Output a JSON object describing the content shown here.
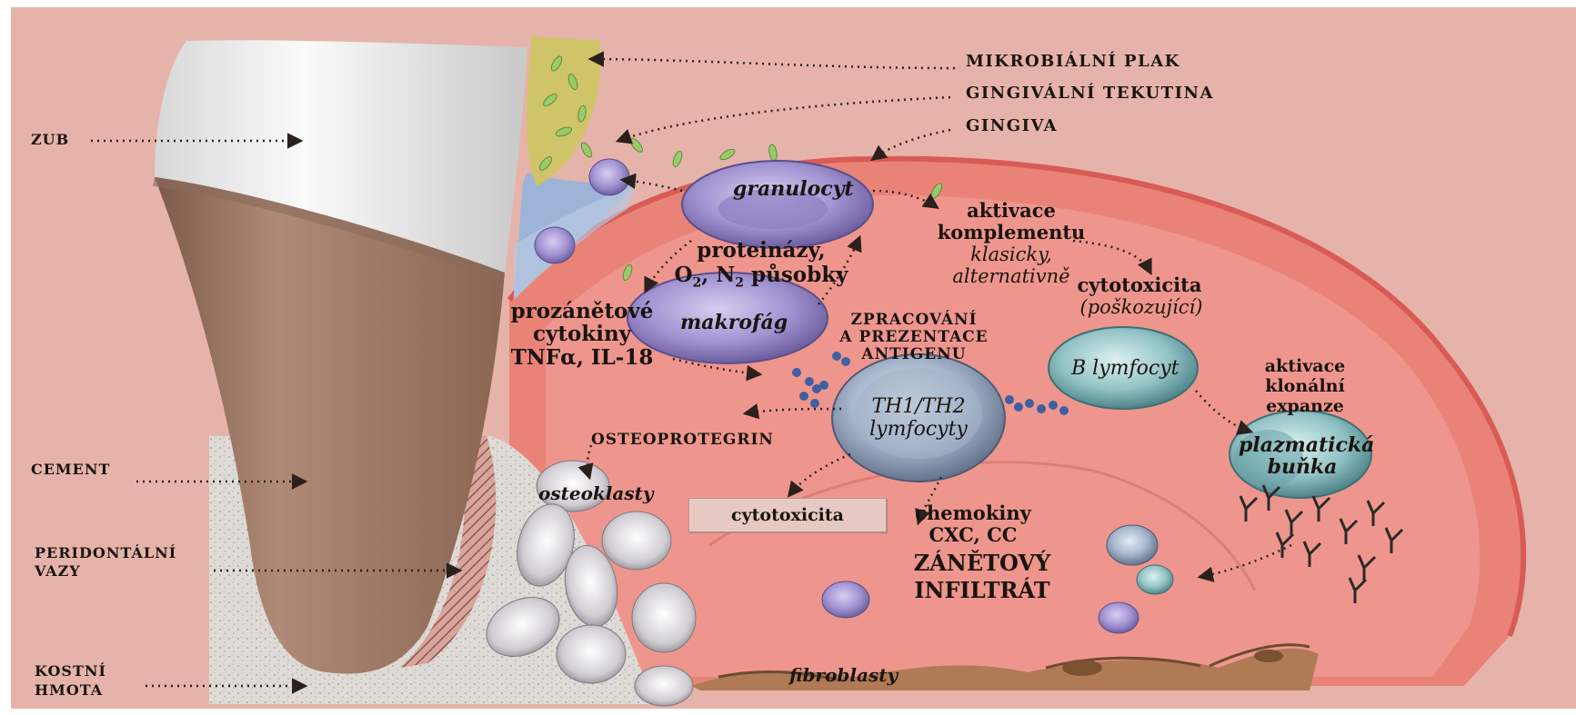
{
  "labels": {
    "mikrobialni_plak": "MIKROBIÁLNÍ PLAK",
    "gingivalni_tekutina": "GINGIVÁLNÍ TEKUTINA",
    "gingiva": "GINGIVA",
    "zub": "ZUB",
    "cement": "CEMENT",
    "peridontalni": "PERIDONTÁLNÍ",
    "vazy": "VAZY",
    "kostni": "KOSTNÍ",
    "hmota": "HMOTA",
    "granulocyt": "granulocyt",
    "proteinazy": "proteinázy,",
    "o2_n2_a": "O",
    "o2_n2_sub1": "2",
    "o2_n2_b": ", N",
    "o2_n2_sub2": "2",
    "o2_n2_c": " působky",
    "aktivace_komplementu_1": "aktivace",
    "aktivace_komplementu_2": "komplementu",
    "klasicky": "klasicky,",
    "alternativne": "alternativně",
    "cytotoxicita_poskozujici": "cytotoxicita",
    "poskozujici": "(poškozující)",
    "prozanetove": "prozánětové",
    "cytokiny": "cytokiny",
    "tnfa": "TNFα, IL-18",
    "makrofag": "makrofág",
    "zpracovani_1": "ZPRACOVÁNÍ",
    "zpracovani_2": "A PREZENTACE",
    "zpracovani_3": "ANTIGENU",
    "b_lymfocyt": "B lymfocyt",
    "aktivace_klonalni_1": "aktivace",
    "aktivace_klonalni_2": "klonální",
    "aktivace_klonalni_3": "expanze",
    "th_1": "TH1/TH2",
    "th_2": "lymfocyty",
    "osteoprotegrin": "OSTEOPROTEGRIN",
    "osteoklasty": "osteoklasty",
    "plazmaticka_1": "plazmatická",
    "plazmaticka_2": "buňka",
    "cytotoxicita_box": "cytotoxicita",
    "chemokiny": "chemokiny",
    "cxc_cc": "CXC, CC",
    "zanetovy": "ZÁNĚTOVÝ",
    "infiltrat": "INFILTRÁT",
    "fibroblasty": "fibroblasty"
  },
  "colors": {
    "background_pink": "#e9b4ab",
    "gingiva_red": "#e3736a",
    "tooth_enamel": "#eeeeee",
    "tooth_root": "#a47b66",
    "bone_grey": "#dad7d4",
    "plaque_yellow": "#cfc468",
    "cell_purple": "#9b8ec9",
    "lymphocyte_blue": "#9fb2c8",
    "b_cell_teal": "#8dbcc0",
    "arrow": "#2b211c"
  }
}
